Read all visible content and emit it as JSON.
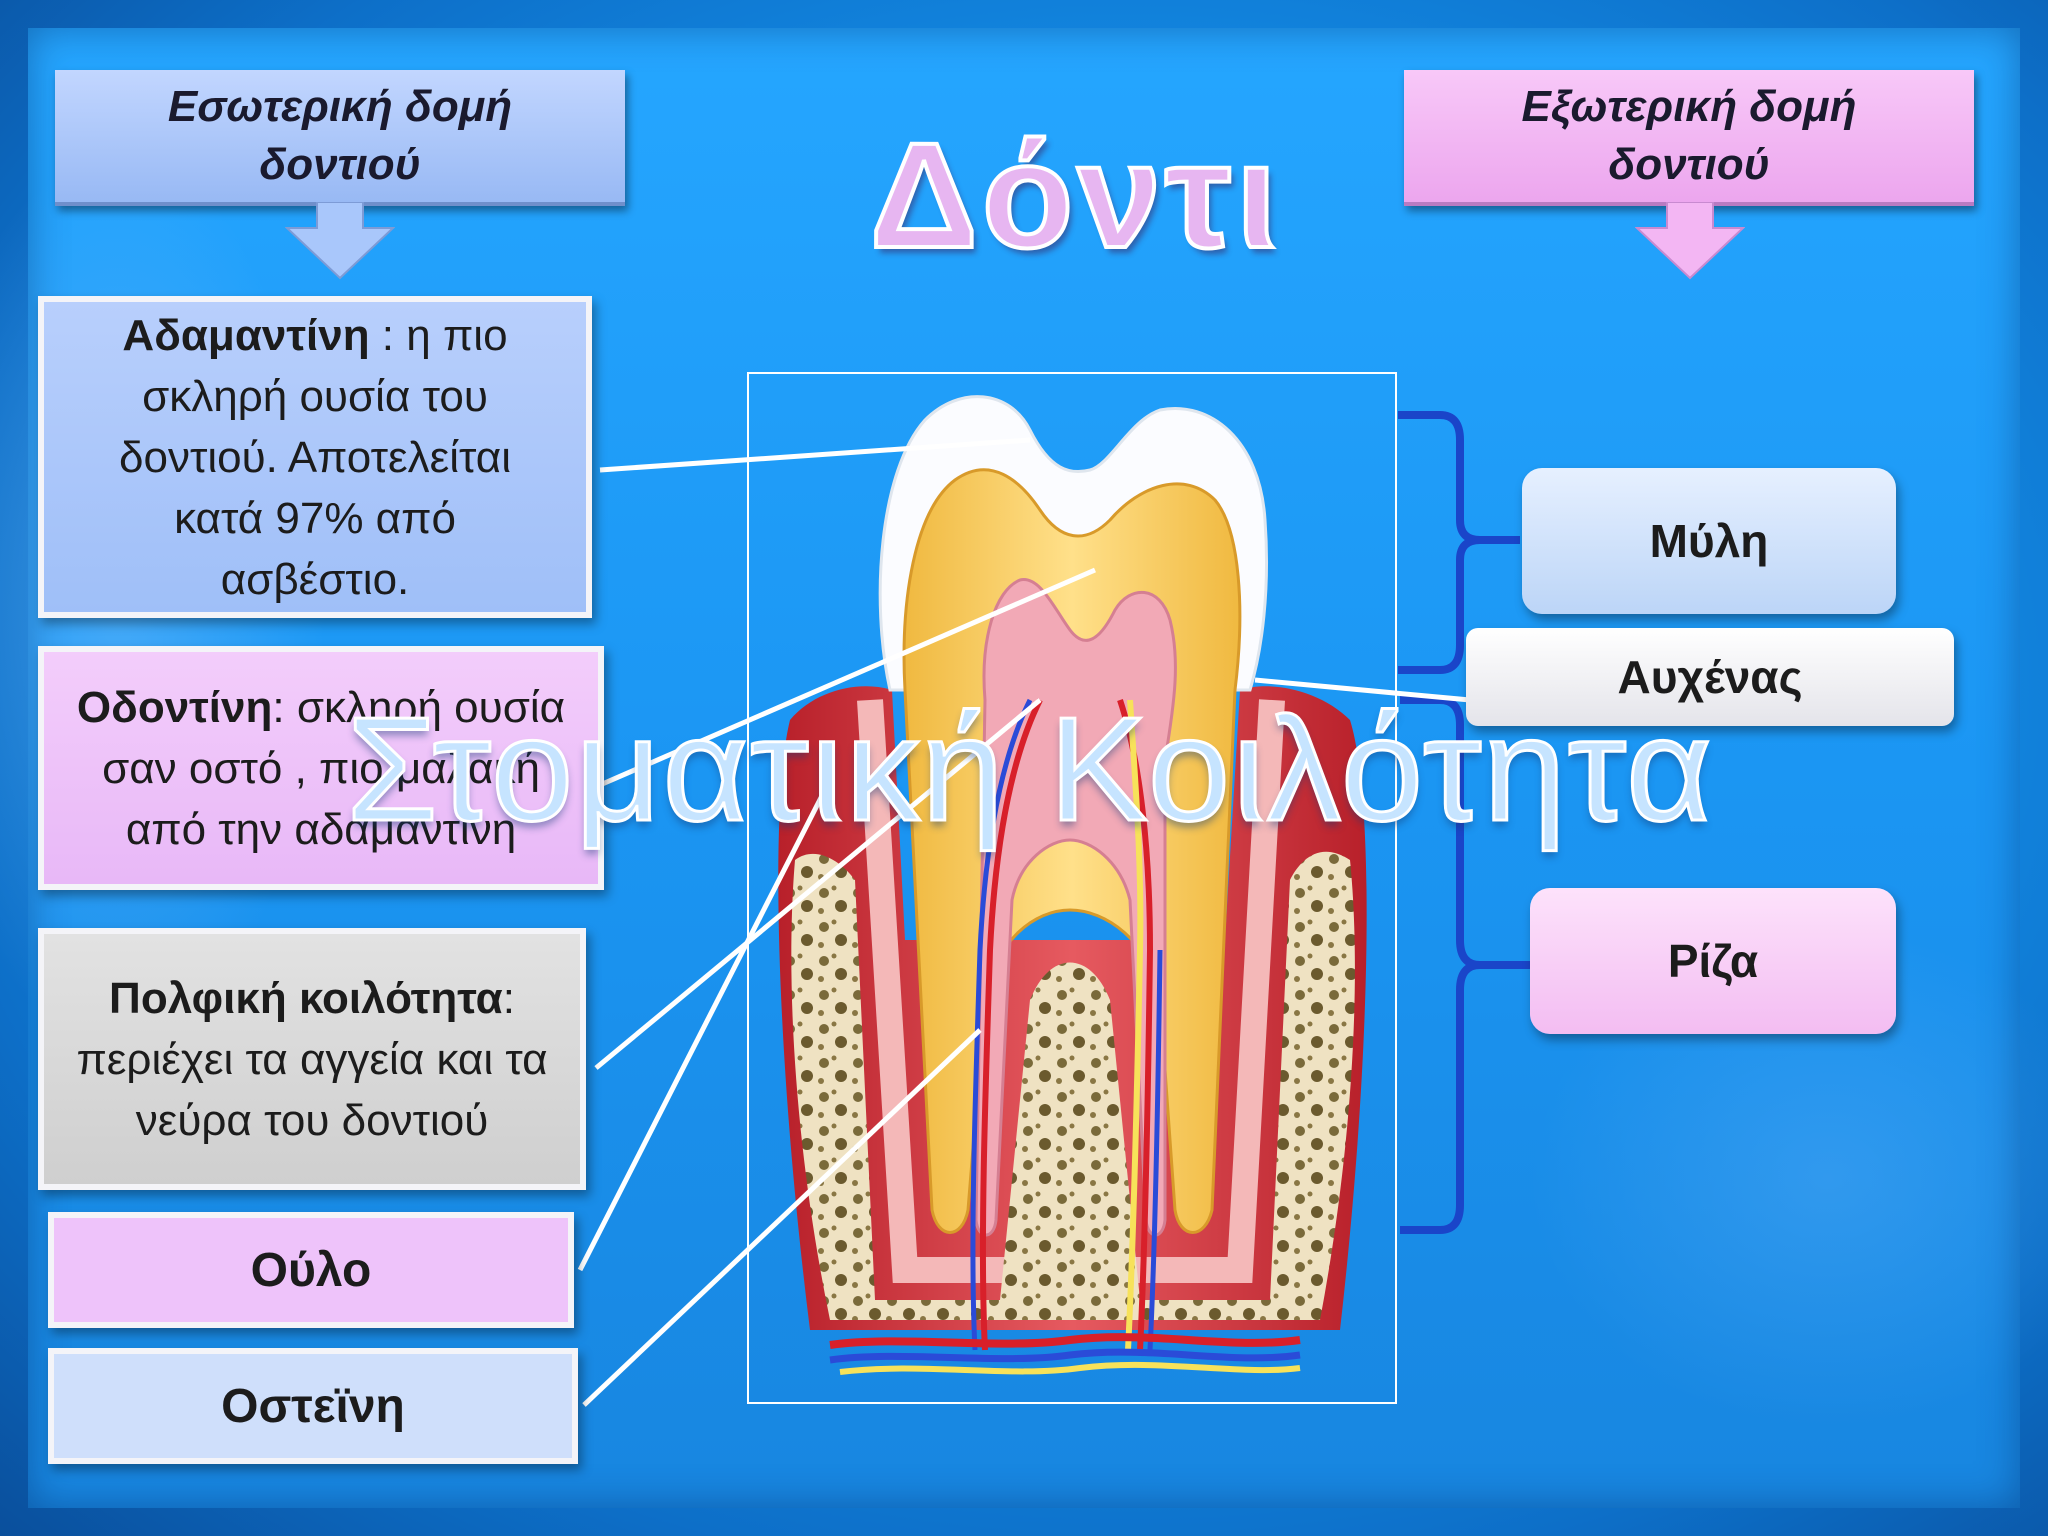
{
  "title": "Δόντι",
  "overlay_title": "Στοματική Κοιλότητα",
  "headers": {
    "internal": "Εσωτερική δομή δοντιού",
    "external": "Εξωτερική δομή δοντιού"
  },
  "internal_labels": {
    "enamel_term": "Αδαμαντίνη",
    "enamel_desc": " : η πιο σκληρή ουσία του δοντιού. Αποτελείται κατά 97% από ασβέστιο.",
    "dentin_term": "Οδοντίνη",
    "dentin_desc": ": σκληρή ουσία σαν οστό , πιο μαλακή από την αδαμαντίνη",
    "pulp_term": "Πολφική κοιλότητα",
    "pulp_desc": ": περιέχει τα αγγεία και τα νεύρα του δοντιού",
    "gum": "Ούλο",
    "cementum": "Οστεϊνη"
  },
  "external_labels": {
    "crown": "Μύλη",
    "neck": "Αυχένας",
    "root": "Ρίζα"
  },
  "colors": {
    "header_internal": "#a9c7fb",
    "header_external": "#f3b6f3",
    "enamel_box": "#a9c7fb",
    "dentin_box": "#eec3fa",
    "pulp_box": "#d8d8d8",
    "gum_box": "#eec3fa",
    "cementum_box": "#cfdffb",
    "bracket": "#1a45c9"
  }
}
